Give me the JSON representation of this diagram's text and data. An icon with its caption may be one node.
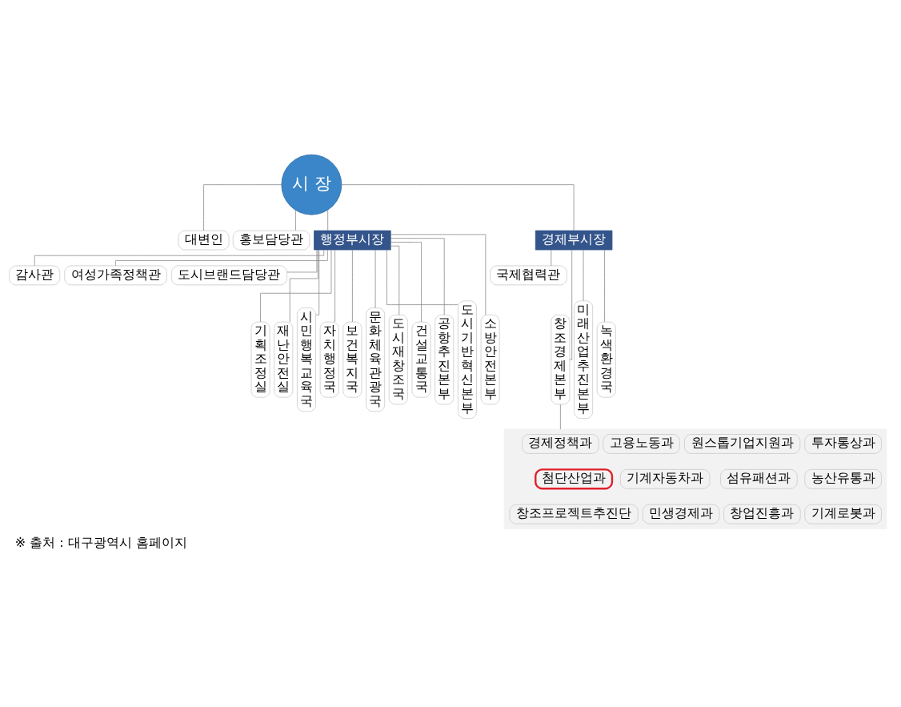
{
  "diagram": {
    "caption": "※ 출처 : 대구광역시 홈페이지",
    "nodes": [
      {
        "text": [
          "시 장"
        ]
      },
      {
        "text": [
          "대변인"
        ]
      },
      {
        "text": [
          "홍보담당관"
        ]
      },
      {
        "text": [
          "행정부시장"
        ]
      },
      {
        "text": [
          "경제부시장"
        ]
      },
      {
        "text": [
          "감사관"
        ]
      },
      {
        "text": [
          "여성가족정책관"
        ]
      },
      {
        "text": [
          "도시브랜드담당관"
        ]
      },
      {
        "text": [
          "국제협력관"
        ]
      },
      {
        "text": [
          "기획조정실"
        ]
      },
      {
        "text": [
          "재난안전실"
        ]
      },
      {
        "text": [
          "시민행복교육국"
        ]
      },
      {
        "text": [
          "자치행정국"
        ]
      },
      {
        "text": [
          "보건복지국"
        ]
      },
      {
        "text": [
          "문화체육관광국"
        ]
      },
      {
        "text": [
          "도시재창조국"
        ]
      },
      {
        "text": [
          "건설교통국"
        ]
      },
      {
        "text": [
          "공항추진본부"
        ]
      },
      {
        "text": [
          "도시기반혁신본부"
        ]
      },
      {
        "text": [
          "소방안전본부"
        ]
      },
      {
        "text": [
          "창조경제본부"
        ]
      },
      {
        "text": [
          "미래산업추진본부"
        ]
      },
      {
        "text": [
          "녹색환경국"
        ]
      },
      {
        "text": [],
        "shape": "box"
      },
      {
        "text": [
          "경제정책과"
        ],
        "in": 23
      },
      {
        "text": [
          "고용노동과"
        ],
        "in": 23
      },
      {
        "text": [
          "원스톱기업지원과"
        ],
        "in": 23
      },
      {
        "text": [
          "투자통상과"
        ],
        "in": 23
      },
      {
        "text": [
          "첨단산업과"
        ],
        "in": 23
      },
      {
        "text": [
          "기계자동차과"
        ],
        "in": 23
      },
      {
        "text": [
          "섬유패션과"
        ],
        "in": 23
      },
      {
        "text": [
          "농산유통과"
        ],
        "in": 23
      },
      {
        "text": [
          "창조프로젝트추진단"
        ],
        "in": 23
      },
      {
        "text": [
          "민생경제과"
        ],
        "in": 23
      },
      {
        "text": [
          "창업진흥과"
        ],
        "in": 23
      },
      {
        "text": [
          "기계로봇과"
        ],
        "in": 23
      }
    ],
    "edges": [
      {
        "from": 0,
        "to": 1,
        "arrow": "none"
      },
      {
        "from": 0,
        "to": 2,
        "arrow": "none"
      },
      {
        "from": 0,
        "to": 3,
        "arrow": "none"
      },
      {
        "from": 0,
        "to": 4,
        "arrow": "none"
      },
      {
        "from": 3,
        "to": 5,
        "arrow": "none"
      },
      {
        "from": 3,
        "to": 6,
        "arrow": "none"
      },
      {
        "from": 3,
        "to": 7,
        "arrow": "none"
      },
      {
        "from": 4,
        "to": 8,
        "arrow": "none"
      },
      {
        "from": 3,
        "to": 9,
        "arrow": "none"
      },
      {
        "from": 3,
        "to": 10,
        "arrow": "none"
      },
      {
        "from": 3,
        "to": 11,
        "arrow": "none"
      },
      {
        "from": 3,
        "to": 12,
        "arrow": "none"
      },
      {
        "from": 3,
        "to": 13,
        "arrow": "none"
      },
      {
        "from": 3,
        "to": 14,
        "arrow": "none"
      },
      {
        "from": 3,
        "to": 15,
        "arrow": "none"
      },
      {
        "from": 3,
        "to": 16,
        "arrow": "none"
      },
      {
        "from": 3,
        "to": 17,
        "arrow": "none"
      },
      {
        "from": 3,
        "to": 18,
        "arrow": "none"
      },
      {
        "from": 3,
        "to": 19,
        "arrow": "none"
      },
      {
        "from": 4,
        "to": 20,
        "arrow": "none"
      },
      {
        "from": 4,
        "to": 21,
        "arrow": "none"
      },
      {
        "from": 4,
        "to": 22,
        "arrow": "none"
      },
      {
        "from": 20,
        "to": 23,
        "arrow": "none"
      }
    ]
  }
}
